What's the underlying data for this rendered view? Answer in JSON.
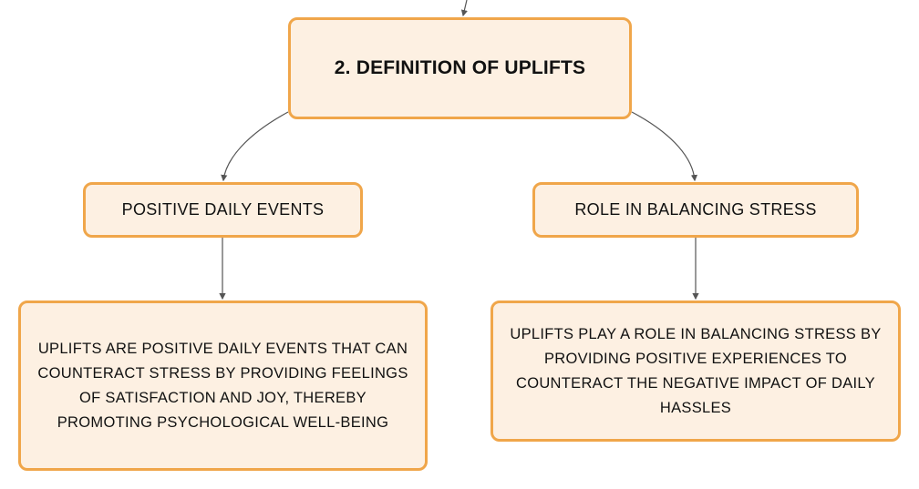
{
  "diagram": {
    "root": {
      "label": "2. DEFINITION OF UPLIFTS"
    },
    "branches": [
      {
        "label": "POSITIVE DAILY EVENTS",
        "detail": "UPLIFTS ARE POSITIVE DAILY EVENTS THAT CAN COUNTERACT STRESS BY PROVIDING FEELINGS OF SATISFACTION AND JOY, THEREBY PROMOTING PSYCHOLOGICAL WELL-BEING"
      },
      {
        "label": "ROLE IN BALANCING STRESS",
        "detail": "UPLIFTS PLAY A ROLE IN BALANCING STRESS BY PROVIDING POSITIVE EXPERIENCES TO COUNTERACT THE NEGATIVE IMPACT OF DAILY HASSLES"
      }
    ],
    "colors": {
      "node_fill": "#fdf0e2",
      "node_border": "#f0a64a",
      "connector": "#555555"
    }
  }
}
